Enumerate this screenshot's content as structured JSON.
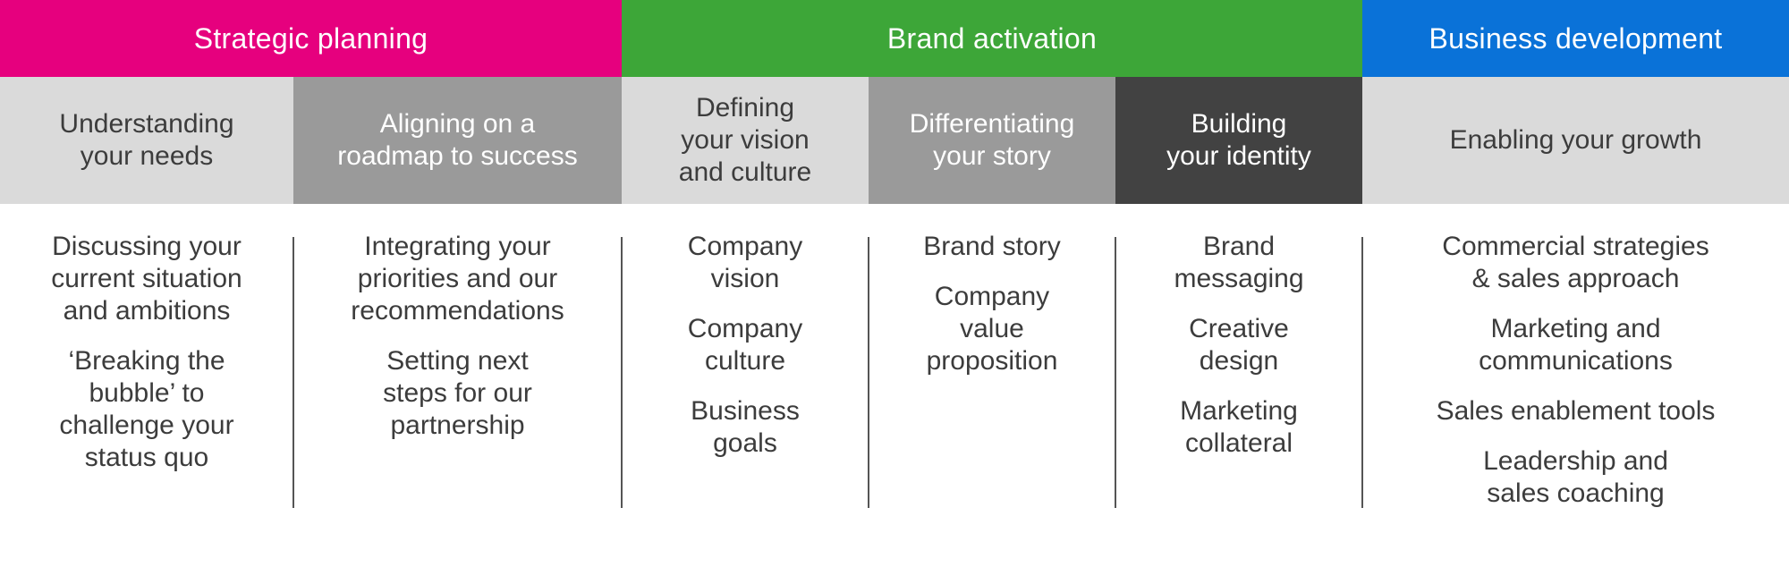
{
  "colors": {
    "strategic": "#e6007e",
    "brand": "#3da638",
    "business": "#0a72d8",
    "light_gray": "#dadada",
    "mid_gray": "#9a9a9a",
    "dark_gray": "#424242"
  },
  "phases": [
    {
      "label": "Strategic planning"
    },
    {
      "label": "Brand activation"
    },
    {
      "label": "Business development"
    }
  ],
  "stages": [
    {
      "label": "Understanding\nyour needs"
    },
    {
      "label": "Aligning on a\nroadmap to success"
    },
    {
      "label": "Defining\nyour vision\nand culture"
    },
    {
      "label": "Differentiating\nyour story"
    },
    {
      "label": "Building\nyour identity"
    },
    {
      "label": "Enabling your growth"
    }
  ],
  "activities": [
    {
      "items": [
        "Discussing your\ncurrent situation\nand ambitions",
        "‘Breaking the\nbubble’ to\nchallenge your\nstatus quo"
      ]
    },
    {
      "items": [
        "Integrating your\npriorities and our\nrecommendations",
        "Setting next\nsteps for our\npartnership"
      ]
    },
    {
      "items": [
        "Company\nvision",
        "Company\nculture",
        "Business\ngoals"
      ]
    },
    {
      "items": [
        "Brand story",
        "Company\nvalue\nproposition"
      ]
    },
    {
      "items": [
        "Brand\nmessaging",
        "Creative\ndesign",
        "Marketing\ncollateral"
      ]
    },
    {
      "items": [
        "Commercial strategies\n& sales approach",
        "Marketing and\ncommunications",
        "Sales enablement tools",
        "Leadership and\nsales coaching"
      ]
    }
  ]
}
